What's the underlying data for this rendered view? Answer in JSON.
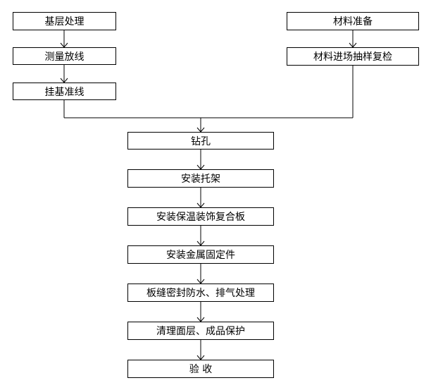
{
  "flowchart": {
    "left_branch": [
      {
        "label": "基层处理"
      },
      {
        "label": "测量放线"
      },
      {
        "label": "挂基准线"
      }
    ],
    "right_branch": [
      {
        "label": "材料准备"
      },
      {
        "label": "材料进场抽样复检"
      }
    ],
    "main_steps": [
      {
        "label": "钻孔"
      },
      {
        "label": "安装托架"
      },
      {
        "label": "安装保温装饰复合板"
      },
      {
        "label": "安装金属固定件"
      },
      {
        "label": "板缝密封防水、排气处理"
      },
      {
        "label": "清理面层、成品保护"
      },
      {
        "label": "验 收"
      }
    ]
  }
}
